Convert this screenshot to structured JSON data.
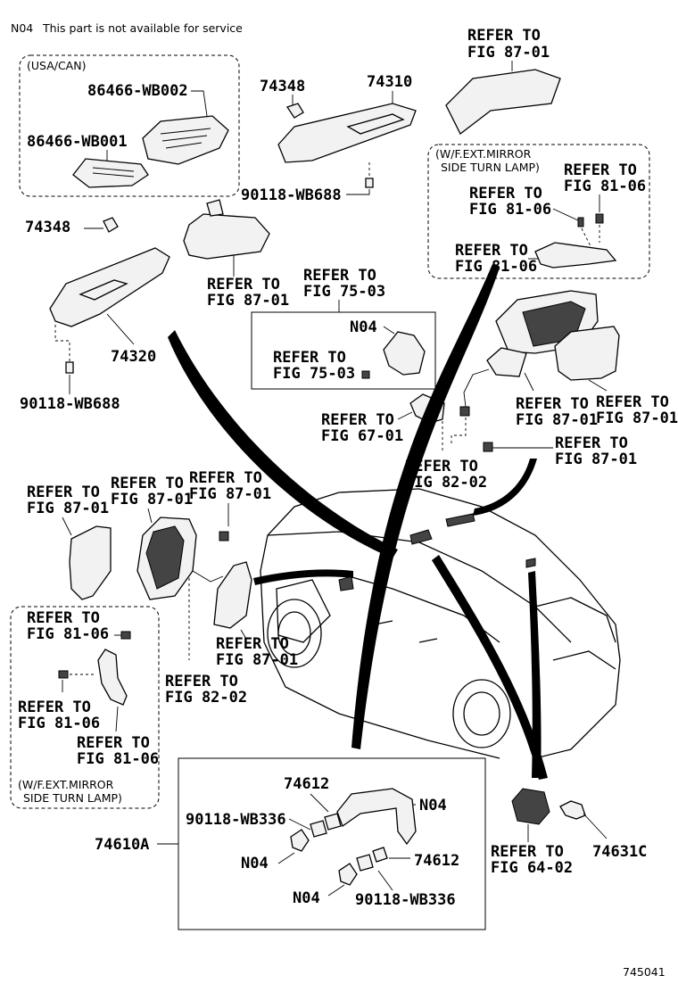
{
  "header_note": {
    "code": "N04",
    "text": "This part is not available for service"
  },
  "diagram_id": "745041",
  "groups": {
    "usa_can": "(USA/CAN)",
    "mirror_turn_lamp_top": [
      "(W/F.EXT.MIRROR",
      "SIDE TURN LAMP)"
    ],
    "mirror_turn_lamp_left": [
      "(W/F.EXT.MIRROR",
      "SIDE TURN LAMP)"
    ]
  },
  "parts": {
    "p86466_wb002": "86466-WB002",
    "p86466_wb001": "86466-WB001",
    "p74348_a": "74348",
    "p74310": "74310",
    "p90118_wb688_a": "90118-WB688",
    "p74348_b": "74348",
    "p74320": "74320",
    "p90118_wb688_b": "90118-WB688",
    "n04_a": "N04",
    "p74612_a": "74612",
    "n04_b": "N04",
    "p90118_wb336_a": "90118-WB336",
    "p74610a": "74610A",
    "n04_c": "N04",
    "p74612_b": "74612",
    "n04_d": "N04",
    "p90118_wb336_b": "90118-WB336",
    "p74631c": "74631C"
  },
  "refs": {
    "r_top_mirror_cover": [
      "REFER TO",
      "FIG 87-01"
    ],
    "r_tl_a": [
      "REFER TO",
      "FIG 81-06"
    ],
    "r_tl_b": [
      "REFER TO",
      "FIG 81-06"
    ],
    "r_tl_c": [
      "REFER TO",
      "FIG 81-06"
    ],
    "r_inner_mirror": [
      "REFER TO",
      "FIG 87-01"
    ],
    "r_75_03_a": [
      "REFER TO",
      "FIG 75-03"
    ],
    "r_75_03_b": [
      "REFER TO",
      "FIG 75-03"
    ],
    "r_87_01_a": [
      "REFER TO",
      "FIG 87-01"
    ],
    "r_87_01_b": [
      "REFER TO",
      "FIG 87-01"
    ],
    "r_67_01": [
      "REFER TO",
      "FIG 67-01"
    ],
    "r_87_01_c": [
      "REFER TO",
      "FIG 87-01"
    ],
    "r_82_02_a": [
      "REFER TO",
      "FIG 82-02"
    ],
    "r_l_87_01_a": [
      "REFER TO",
      "FIG 87-01"
    ],
    "r_l_87_01_b": [
      "REFER TO",
      "FIG 87-01"
    ],
    "r_l_87_01_c": [
      "REFER TO",
      "FIG 87-01"
    ],
    "r_l_87_01_d": [
      "REFER TO",
      "FIG 87-01"
    ],
    "r_82_02_b": [
      "REFER TO",
      "FIG 82-02"
    ],
    "r_lb_81_06_a": [
      "REFER TO",
      "FIG 81-06"
    ],
    "r_lb_81_06_b": [
      "REFER TO",
      "FIG 81-06"
    ],
    "r_lb_81_06_c": [
      "REFER TO",
      "FIG 81-06"
    ],
    "r_64_02": [
      "REFER TO",
      "FIG 64-02"
    ]
  }
}
